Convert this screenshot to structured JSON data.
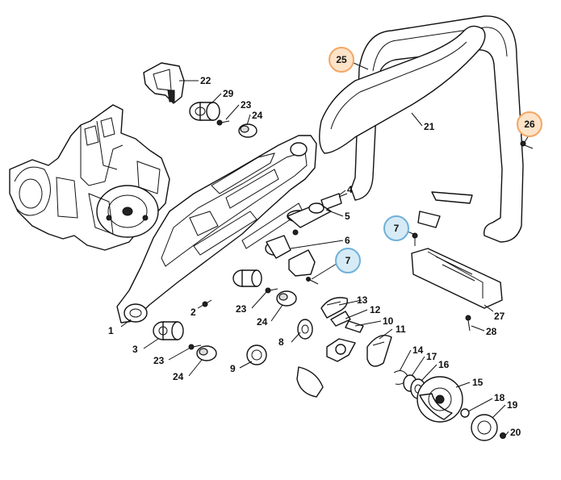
{
  "diagram": {
    "labels": [
      "1",
      "2",
      "3",
      "4",
      "5",
      "6",
      "7",
      "8",
      "9",
      "10",
      "11",
      "12",
      "13",
      "14",
      "15",
      "16",
      "17",
      "18",
      "19",
      "20",
      "21",
      "22",
      "23",
      "24",
      "25",
      "26",
      "27",
      "28",
      "29"
    ],
    "highlighted": [
      {
        "label": "25",
        "color": "#f2a765",
        "fill": "#fde3c8"
      },
      {
        "label": "26",
        "color": "#f2a765",
        "fill": "#fde3c8"
      },
      {
        "label": "7",
        "color": "#6fb0d8",
        "fill": "#d7ebf7"
      }
    ]
  }
}
